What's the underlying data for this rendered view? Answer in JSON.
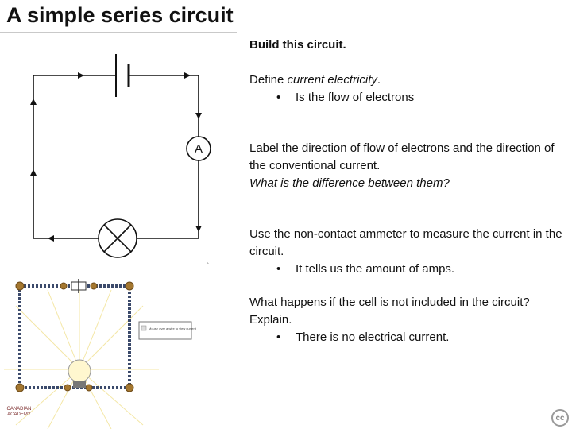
{
  "title": "A simple series circuit",
  "build": "Build this circuit.",
  "define": {
    "prefix": "Define ",
    "term": "current electricity",
    "suffix": ".",
    "bullet": "Is the flow of electrons"
  },
  "label_question": {
    "line": "Label the direction of flow of electrons and the direction of the conventional current.",
    "italic": "What is the difference between them?"
  },
  "ammeter_question": {
    "line": "Use the non-contact ammeter to measure the current in the circuit.",
    "bullet": "It tells us the amount of amps."
  },
  "cell_question": {
    "line": "What happens if the cell is not included in the circuit? Explain.",
    "bullet": "There is no electrical current."
  },
  "diagram": {
    "ammeter_label": "A"
  },
  "sim_note": "Mouse over a wire to view current",
  "logo": {
    "line1": "CANADIAN",
    "line2": "ACADEMY"
  },
  "cc_icon": "cc",
  "bullet_char": "•",
  "stray_mark": "`"
}
